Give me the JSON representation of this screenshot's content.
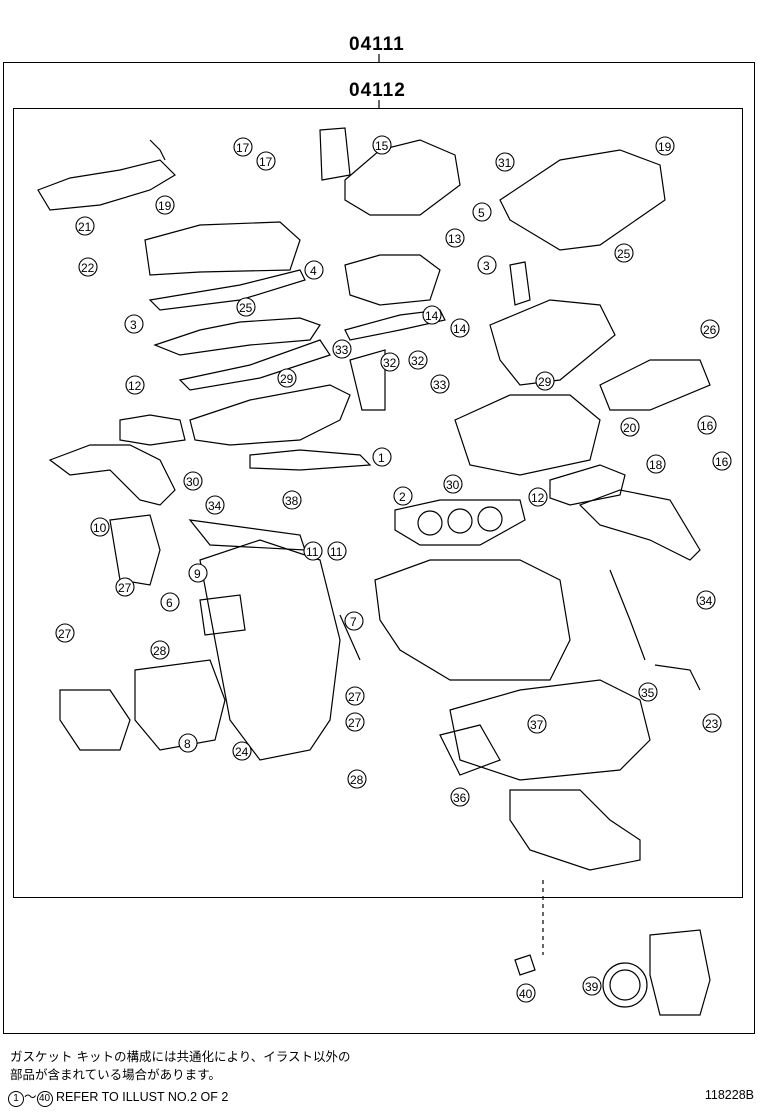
{
  "header": {
    "part_outer": "04111",
    "part_inner": "04112"
  },
  "callouts": [
    "1",
    "2",
    "3",
    "3",
    "4",
    "5",
    "6",
    "7",
    "8",
    "9",
    "10",
    "11",
    "11",
    "12",
    "12",
    "13",
    "14",
    "14",
    "15",
    "16",
    "16",
    "17",
    "17",
    "18",
    "19",
    "19",
    "20",
    "21",
    "22",
    "23",
    "24",
    "25",
    "25",
    "26",
    "27",
    "27",
    "27",
    "27",
    "28",
    "28",
    "29",
    "29",
    "30",
    "30",
    "31",
    "32",
    "32",
    "33",
    "33",
    "34",
    "34",
    "35",
    "36",
    "37",
    "38",
    "39",
    "40"
  ],
  "notes": {
    "jp_line1": "ガスケット キットの構成には共通化により、イラスト以外の",
    "jp_line2": "部品が含まれている場合があります。",
    "ref_start": "1",
    "ref_tilde": "～",
    "ref_end": "40",
    "ref_text": "REFER TO ILLUST NO.2 OF 2"
  },
  "footer": {
    "code": "118228B"
  }
}
